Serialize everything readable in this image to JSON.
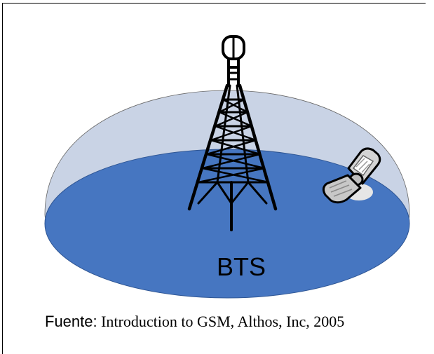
{
  "diagram": {
    "station_label": "BTS",
    "caption_prefix": "Fuente:",
    "caption_text": " Introduction to GSM, Althos, Inc, 2005",
    "colors": {
      "dome": "#c9d3e5",
      "ground": "#4676c1",
      "tower": "#000000",
      "phone_body": "#d0d0d0",
      "phone_outline": "#000000"
    },
    "icons": {
      "tower": "cell-tower-icon",
      "phone": "flip-phone-icon"
    }
  }
}
